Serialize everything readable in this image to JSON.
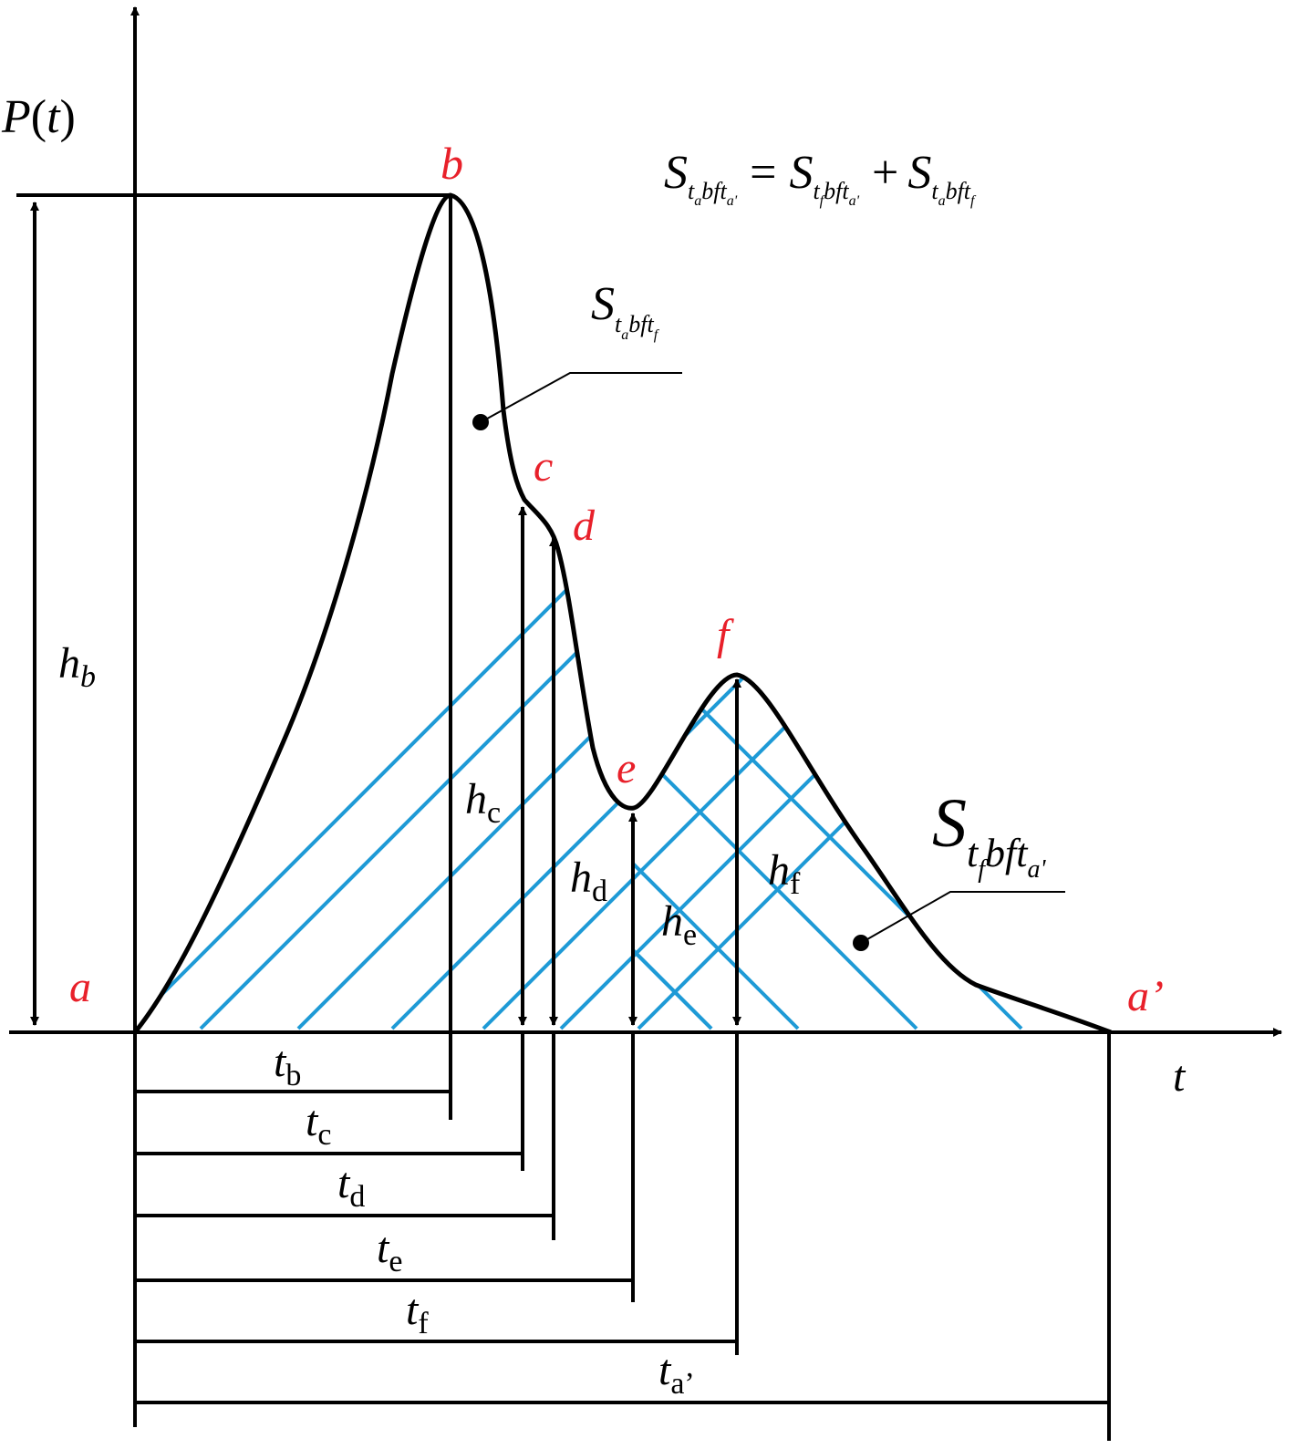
{
  "axis": {
    "y_label": {
      "main": "P",
      "paren_open": "(",
      "var": "t",
      "paren_close": ")"
    },
    "x_label": "t"
  },
  "points": {
    "a": "a",
    "a_prime": "a’",
    "b": "b",
    "c": "c",
    "d": "d",
    "e": "e",
    "f": "f"
  },
  "heights": {
    "hb": {
      "main": "h",
      "sub": "b"
    },
    "hc": {
      "main": "h",
      "sub": "c"
    },
    "hd": {
      "main": "h",
      "sub": "d"
    },
    "he": {
      "main": "h",
      "sub": "e"
    },
    "hf": {
      "main": "h",
      "sub": "f"
    }
  },
  "times": {
    "tb": {
      "main": "t",
      "sub": "b"
    },
    "tc": {
      "main": "t",
      "sub": "c"
    },
    "td": {
      "main": "t",
      "sub": "d"
    },
    "te": {
      "main": "t",
      "sub": "e"
    },
    "tf": {
      "main": "t",
      "sub": "f"
    },
    "ta_prime": {
      "main": "t",
      "sub": "a’"
    }
  },
  "areas": {
    "left": {
      "S": "S",
      "t1": "t",
      "s1": "a",
      "mid": "bft",
      "s2": "f"
    },
    "right": {
      "S": "S",
      "t1": "t",
      "s1": "f",
      "mid": "bft",
      "s2": "a'"
    }
  },
  "equation": {
    "lhs": {
      "S": "S",
      "t1": "t",
      "s1": "a",
      "mid": "bft",
      "s2": "a'"
    },
    "eq": "=",
    "rhs1": {
      "S": "S",
      "t1": "t",
      "s1": "f",
      "mid": "bft",
      "s2": "a'"
    },
    "plus": "+",
    "rhs2": {
      "S": "S",
      "t1": "t",
      "s1": "a",
      "mid": "bft",
      "s2": "f"
    }
  },
  "colors": {
    "curve": "#000000",
    "hatch": "#1e9ad6",
    "point_labels": "#e8202a"
  }
}
